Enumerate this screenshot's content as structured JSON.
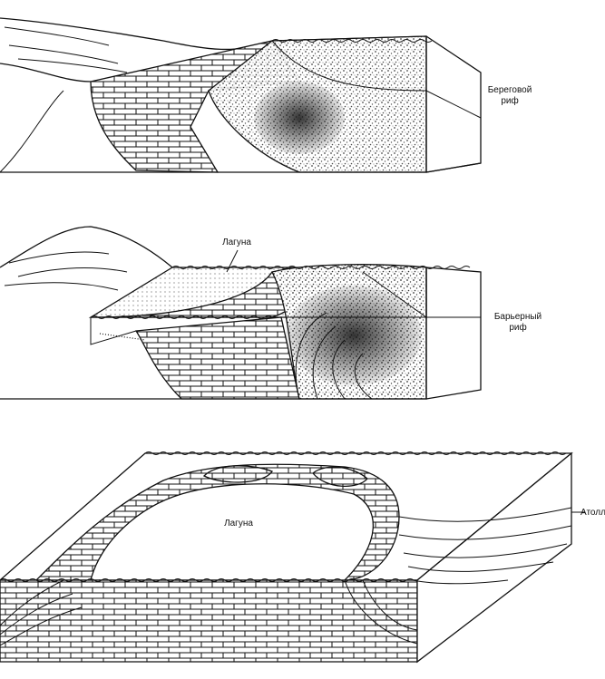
{
  "labels": {
    "fringing_reef": "Береговой риф",
    "lagoon_barrier": "Лагуна",
    "barrier_reef": "Барьерный риф",
    "lagoon_atoll": "Лагуна",
    "atoll": "Атолл"
  },
  "colors": {
    "ink": "#111111",
    "paper": "#ffffff",
    "stipple": "#333333"
  },
  "icons": [
    "brick-pattern",
    "stipple-pattern",
    "wave-line"
  ]
}
